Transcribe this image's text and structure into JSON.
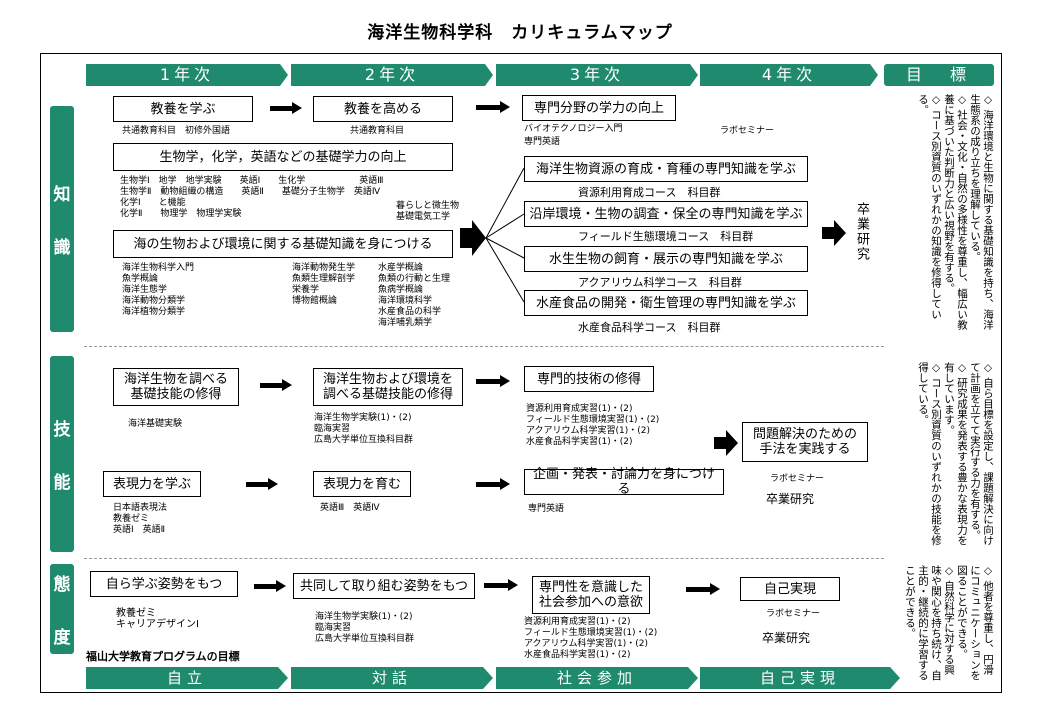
{
  "title": "海洋生物科学科　カリキュラムマップ",
  "years": [
    "1年次",
    "2年次",
    "3年次",
    "4年次"
  ],
  "goal_header": "目　標",
  "sections": {
    "knowledge": "知識",
    "skill": "技能",
    "attitude": "態度"
  },
  "k": {
    "b1": "教養を学ぶ",
    "b1_sub": "共通教育科目　初修外国語",
    "b2": "教養を高める",
    "b2_sub": "共通教育科目",
    "b3": "専門分野の学力の向上",
    "b3_sub1": "バイオテクノロジー入門",
    "b3_sub2": "専門英語",
    "b3_sub3": "ラボセミナー",
    "b4": "生物学，化学，英語などの基礎学力の向上",
    "b4_sub1": "生物学Ⅰ　地学　地学実験　　英語Ⅰ　　生化学　　　　　　英語Ⅲ\n生物学Ⅱ　動物組織の構造　　英語Ⅱ　　基礎分子生物学　英語Ⅳ\n化学Ⅰ　　と機能\n化学Ⅱ　　物理学　物理学実験",
    "b4_sub2": "暮らしと微生物\n基礎電気工学",
    "b5": "海の生物および環境に関する基礎知識を身につける",
    "b5_sub1": "海洋生物科学入門\n魚学概論\n海洋生態学\n海洋動物分類学\n海洋植物分類学",
    "b5_sub2": "海洋動物発生学\n魚類生理解剖学\n栄養学\n博物館概論",
    "b5_sub3": "水産学概論\n魚類の行動と生理\n魚病学概論\n海洋環境科学\n水産食品の科学\n海洋哺乳類学",
    "c1": "海洋生物資源の育成・育種の専門知識を学ぶ",
    "c1_sub": "資源利用育成コース　科目群",
    "c2": "沿岸環境・生物の調査・保全の専門知識を学ぶ",
    "c2_sub": "フィールド生態環境コース　科目群",
    "c3": "水生生物の飼育・展示の専門知識を学ぶ",
    "c3_sub": "アクアリウム科学コース　科目群",
    "c4": "水産食品の開発・衛生管理の専門知識を学ぶ",
    "c4_sub": "水産食品科学コース　科目群",
    "grad": "卒業研究"
  },
  "s": {
    "b1": "海洋生物を調べる\n基礎技能の修得",
    "b1_sub": "海洋基礎実験",
    "b2": "海洋生物および環境を\n調べる基礎技能の修得",
    "b2_sub": "海洋生物学実験(1)・(2)\n臨海実習\n広島大学単位互換科目群",
    "b3": "専門的技術の修得",
    "b3_sub": "資源利用育成実習(1)・(2)\nフィールド生態環境実習(1)・(2)\nアクアリウム科学実習(1)・(2)\n水産食品科学実習(1)・(2)",
    "b4": "問題解決のための\n手法を実践する",
    "b4_sub1": "ラボセミナー",
    "b4_sub2": "卒業研究",
    "e1": "表現力を学ぶ",
    "e1_sub": "日本語表現法\n教養ゼミ\n英語Ⅰ　英語Ⅱ",
    "e2": "表現力を育む",
    "e2_sub": "英語Ⅲ　英語Ⅳ",
    "e3": "企画・発表・討論力を身につける",
    "e3_sub": "専門英語"
  },
  "a": {
    "b1": "自ら学ぶ姿勢をもつ",
    "b1_sub": "教養ゼミ\nキャリアデザインⅠ",
    "b2": "共同して取り組む姿勢をもつ",
    "b2_sub": "海洋生物学実験(1)・(2)\n臨海実習\n広島大学単位互換科目群",
    "b3": "専門性を意識した\n社会参加への意欲",
    "b3_sub": "資源利用育成実習(1)・(2)\nフィールド生態環境実習(1)・(2)\nアクアリウム科学実習(1)・(2)\n水産食品科学実習(1)・(2)",
    "b4": "自己実現",
    "b4_sub1": "ラボセミナー",
    "b4_sub2": "卒業研究"
  },
  "goals": {
    "k": "◇ 海洋環境と生物に関する基礎知識を持ち、海洋生態系の成り立ちを理解している。\n◇ 社会・文化・自然の多様性を尊重し、幅広い教養に基づいた判断力と広い視野を有する。\n◇ コース別資質のいずれかの知識を修得している。",
    "s": "◇ 自ら目標を設定し、課題解決に向けて計画を立てて実行する力を有する。\n◇ 研究成果を発表する豊かな表現力を有しています。\n◇ コース別資質のいずれかの技能を修得している。",
    "a": "◇ 他者を尊重し、円滑にコミュニケーションを図ることができる。\n◇ 自然科学に対する興味や関心を持ち続け、自主的・継続的に学習することができる。"
  },
  "footer_label": "福山大学教育プログラムの目標",
  "footer": [
    "自立",
    "対話",
    "社会参加",
    "自己実現"
  ]
}
